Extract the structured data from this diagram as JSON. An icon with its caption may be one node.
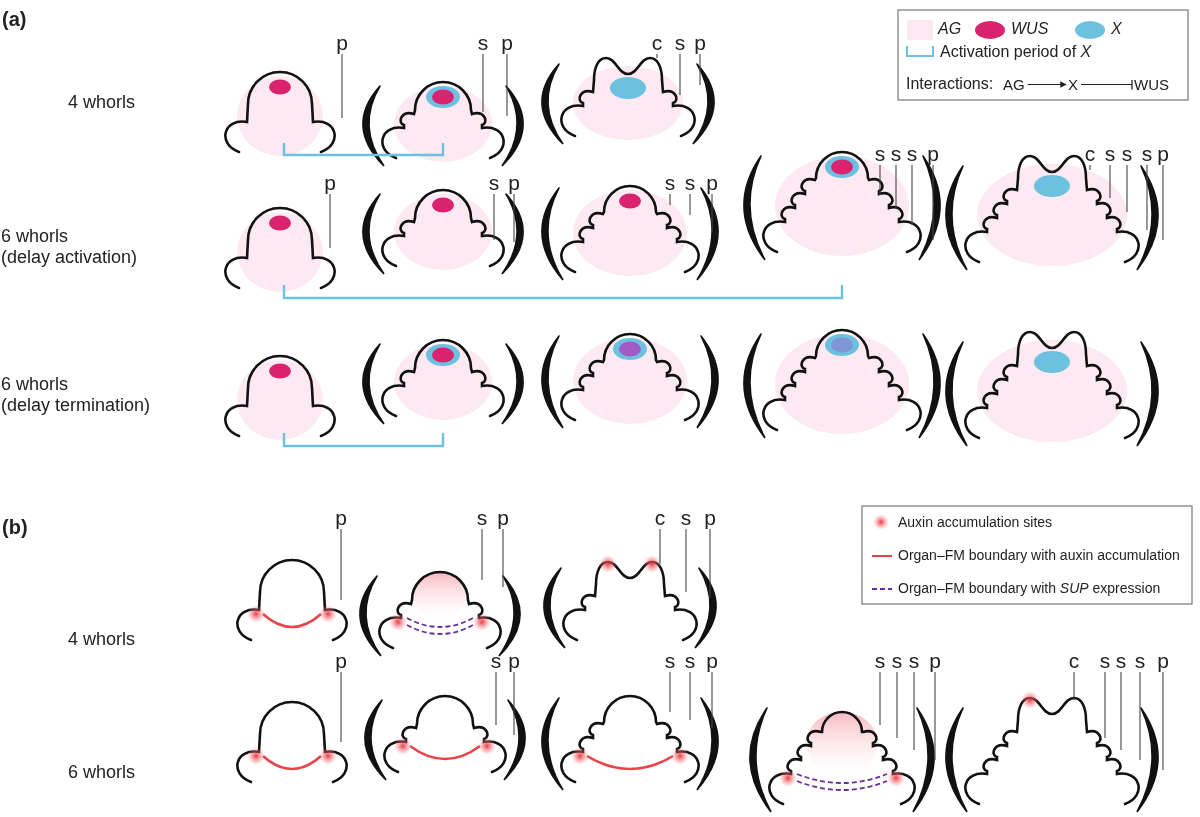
{
  "diagram": {
    "nodes": [
      {
        "text": [
          "AG"
        ]
      },
      {
        "text": [
          "X"
        ]
      },
      {
        "text": [
          "WUS"
        ]
      },
      {
        "text": [
          "p"
        ]
      },
      {
        "text": [
          "s"
        ]
      },
      {
        "text": [
          "p"
        ]
      },
      {
        "text": [
          "c"
        ]
      },
      {
        "text": [
          "s"
        ]
      },
      {
        "text": [
          "p"
        ]
      },
      {
        "text": [
          "p"
        ]
      },
      {
        "text": [
          "s"
        ]
      },
      {
        "text": [
          "p"
        ]
      },
      {
        "text": [
          "s"
        ]
      },
      {
        "text": [
          "s"
        ]
      },
      {
        "text": [
          "p"
        ]
      },
      {
        "text": [
          "s"
        ]
      },
      {
        "text": [
          "s"
        ]
      },
      {
        "text": [
          "s"
        ]
      },
      {
        "text": [
          "p"
        ]
      },
      {
        "text": [
          "c"
        ]
      },
      {
        "text": [
          "s"
        ]
      },
      {
        "text": [
          "s"
        ]
      },
      {
        "text": [
          "s"
        ]
      },
      {
        "text": [
          "p"
        ]
      },
      {
        "text": [
          "p"
        ]
      },
      {
        "text": [
          "s"
        ]
      },
      {
        "text": [
          "p"
        ]
      },
      {
        "text": [
          "c"
        ]
      },
      {
        "text": [
          "s"
        ]
      },
      {
        "text": [
          "p"
        ]
      },
      {
        "text": [
          "p"
        ]
      },
      {
        "text": [
          "s"
        ]
      },
      {
        "text": [
          "p"
        ]
      },
      {
        "text": [
          "s"
        ]
      },
      {
        "text": [
          "s"
        ]
      },
      {
        "text": [
          "p"
        ]
      },
      {
        "text": [
          "s"
        ]
      },
      {
        "text": [
          "s"
        ]
      },
      {
        "text": [
          "s"
        ]
      },
      {
        "text": [
          "p"
        ]
      },
      {
        "text": [
          "c"
        ]
      },
      {
        "text": [
          "s"
        ]
      },
      {
        "text": [
          "s"
        ]
      },
      {
        "text": [
          "s"
        ]
      },
      {
        "text": [
          "p"
        ]
      }
    ],
    "edges": [
      {
        "from": 0,
        "to": 1,
        "arrow": "to"
      },
      {
        "from": 1,
        "to": 2,
        "arrow": "other"
      },
      {
        "from": 3,
        "to": null,
        "arrow": "none"
      },
      {
        "from": 4,
        "to": null,
        "arrow": "none"
      },
      {
        "from": 5,
        "to": null,
        "arrow": "none"
      },
      {
        "from": 6,
        "to": null,
        "arrow": "none"
      },
      {
        "from": 7,
        "to": null,
        "arrow": "none"
      },
      {
        "from": 8,
        "to": null,
        "arrow": "none"
      },
      {
        "from": 9,
        "to": null,
        "arrow": "none"
      },
      {
        "from": 10,
        "to": null,
        "arrow": "none"
      },
      {
        "from": 11,
        "to": null,
        "arrow": "none"
      },
      {
        "from": 12,
        "to": null,
        "arrow": "none"
      },
      {
        "from": 13,
        "to": null,
        "arrow": "none"
      },
      {
        "from": 14,
        "to": null,
        "arrow": "none"
      },
      {
        "from": 15,
        "to": null,
        "arrow": "none"
      },
      {
        "from": 16,
        "to": null,
        "arrow": "none"
      },
      {
        "from": 17,
        "to": null,
        "arrow": "none"
      },
      {
        "from": 18,
        "to": null,
        "arrow": "none"
      },
      {
        "from": 19,
        "to": null,
        "arrow": "none"
      },
      {
        "from": 20,
        "to": null,
        "arrow": "none"
      },
      {
        "from": 21,
        "to": null,
        "arrow": "none"
      },
      {
        "from": 22,
        "to": null,
        "arrow": "none"
      },
      {
        "from": 23,
        "to": null,
        "arrow": "none"
      },
      {
        "from": 24,
        "to": null,
        "arrow": "none"
      },
      {
        "from": 25,
        "to": null,
        "arrow": "none"
      },
      {
        "from": 26,
        "to": null,
        "arrow": "none"
      },
      {
        "from": 27,
        "to": null,
        "arrow": "none"
      },
      {
        "from": 28,
        "to": null,
        "arrow": "none"
      },
      {
        "from": 29,
        "to": null,
        "arrow": "none"
      },
      {
        "from": 30,
        "to": null,
        "arrow": "none"
      },
      {
        "from": 31,
        "to": null,
        "arrow": "none"
      },
      {
        "from": 32,
        "to": null,
        "arrow": "none"
      },
      {
        "from": 33,
        "to": null,
        "arrow": "none"
      },
      {
        "from": 34,
        "to": null,
        "arrow": "none"
      },
      {
        "from": 35,
        "to": null,
        "arrow": "none"
      },
      {
        "from": 36,
        "to": null,
        "arrow": "none"
      },
      {
        "from": 37,
        "to": null,
        "arrow": "none"
      },
      {
        "from": 38,
        "to": null,
        "arrow": "none"
      },
      {
        "from": 39,
        "to": null,
        "arrow": "none"
      },
      {
        "from": 40,
        "to": null,
        "arrow": "none"
      },
      {
        "from": 41,
        "to": null,
        "arrow": "none"
      },
      {
        "from": 42,
        "to": null,
        "arrow": "none"
      },
      {
        "from": 43,
        "to": null,
        "arrow": "none"
      },
      {
        "from": 44,
        "to": null,
        "arrow": "none"
      }
    ],
    "labels": [
      "(a)",
      "4 whorls",
      "Interactions:",
      "6 whorls (delay activation)",
      "6 whorls (delay termination)",
      "(b)",
      "4 whorls",
      "6 whorls"
    ],
    "legend": [
      {
        "text": "AG",
        "color": "#fde9f1"
      },
      {
        "text": "WUS",
        "color": "#d9236f"
      },
      {
        "text": "X",
        "color": "#6cc0e0"
      },
      {
        "text": "Activation period of *X*"
      },
      {
        "text": "Auxin accumulation sites"
      },
      {
        "text": "Organ–FM boundary with auxin accumulation"
      },
      {
        "text": "Organ–FM boundary with *SUP* expression"
      }
    ]
  }
}
